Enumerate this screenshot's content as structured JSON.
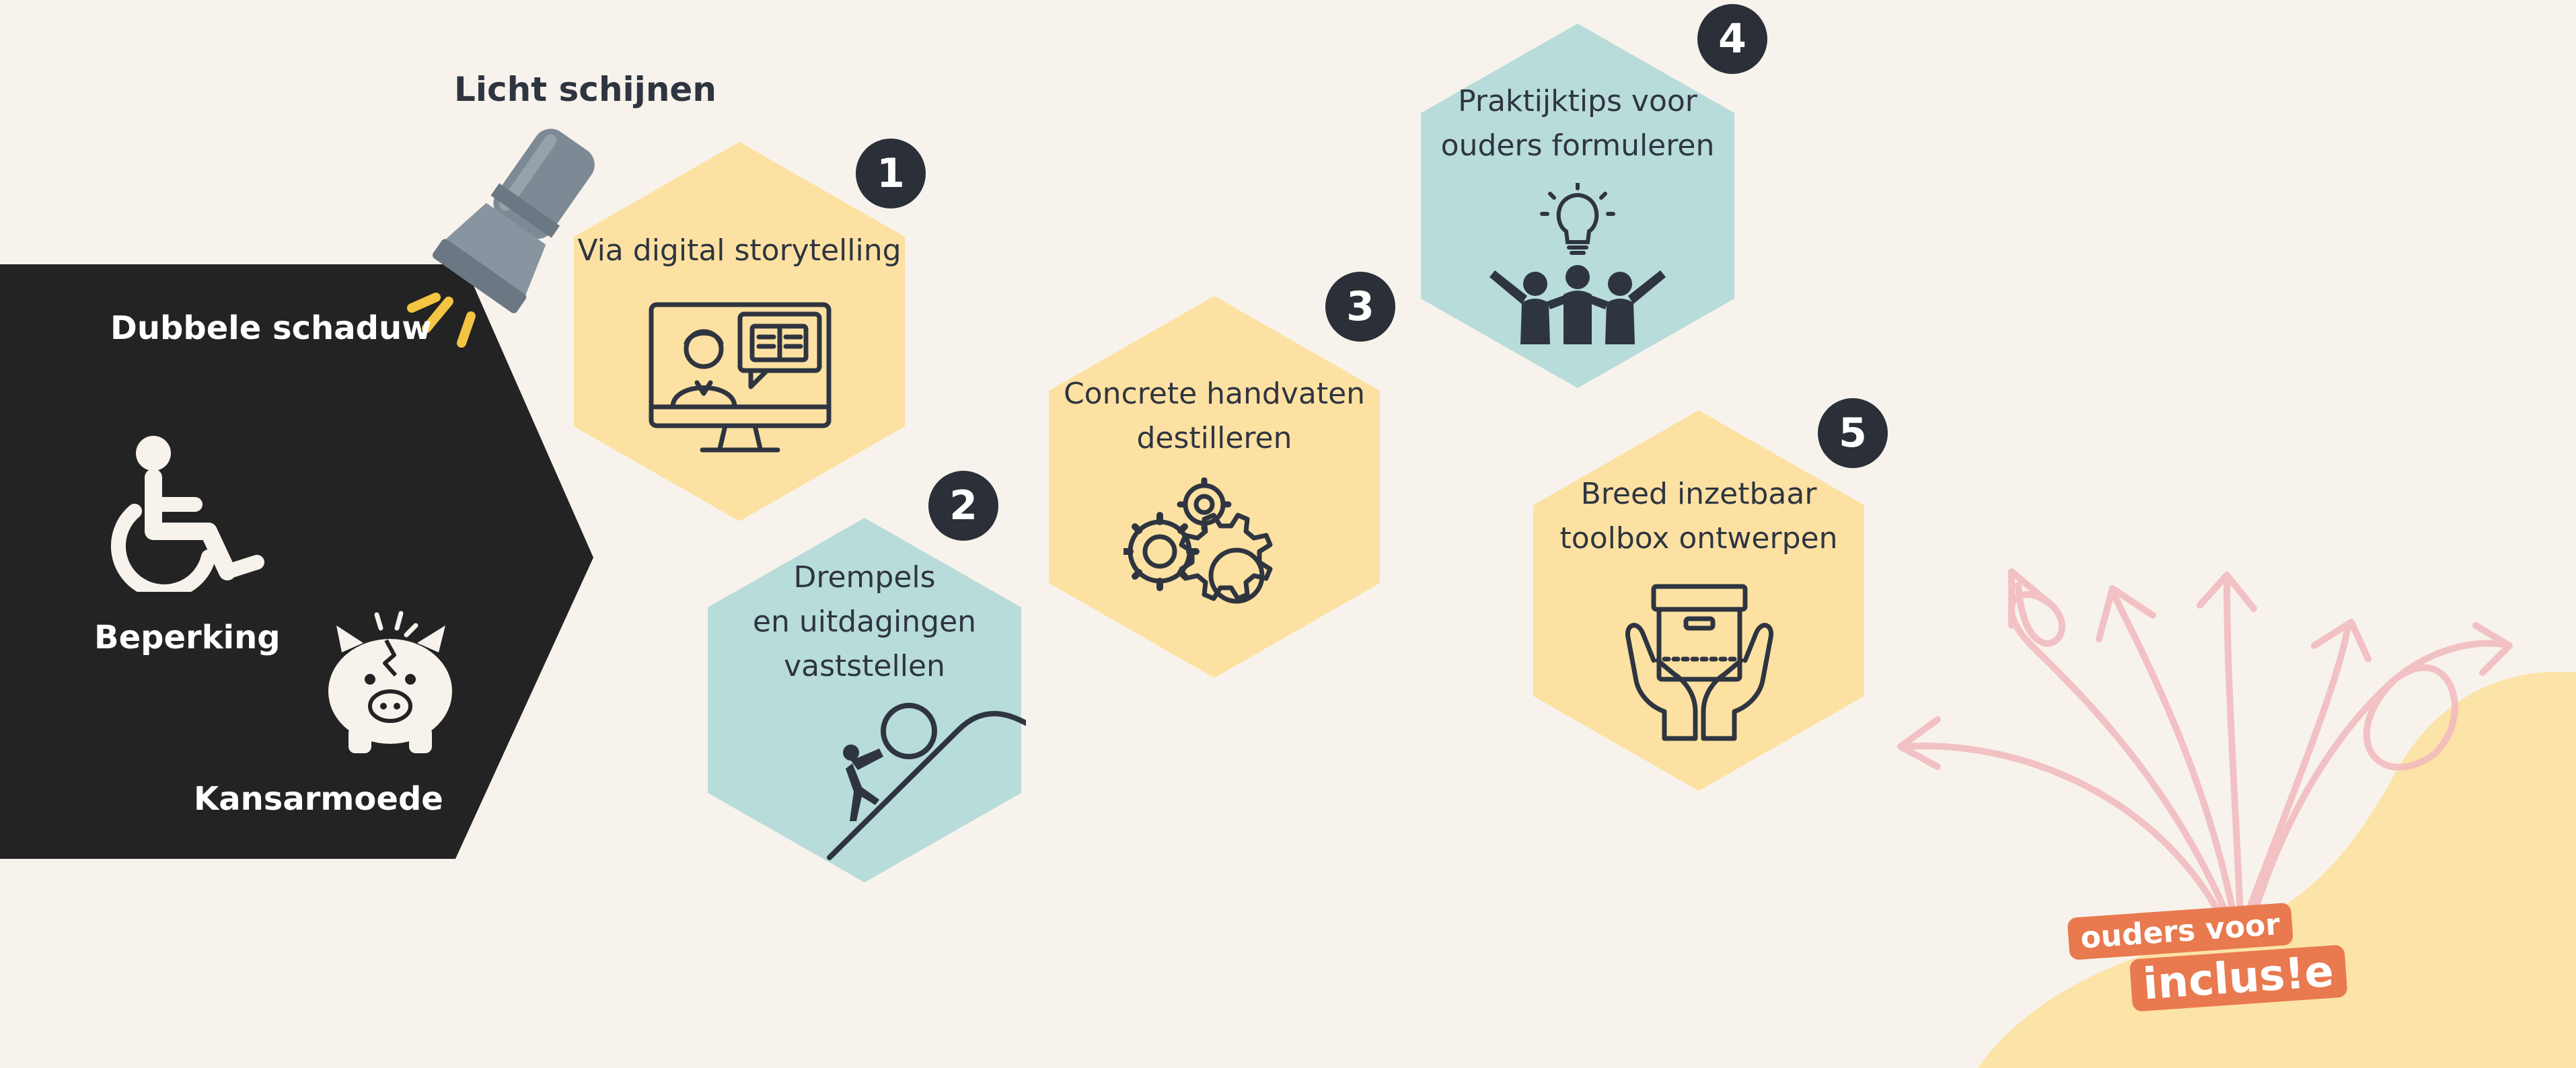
{
  "colors": {
    "background": "#f7f3ec",
    "panel": "#232323",
    "hex_yellow": "#fde1a2",
    "hex_teal": "#b8dcd9",
    "badge": "#2a2f38",
    "icon_stroke": "#2e3540",
    "logo": "#e9794f",
    "arrows": "#f2b9bd",
    "blob": "#fce3a7"
  },
  "header": {
    "title": "Licht schijnen"
  },
  "panel": {
    "title": "Dubbele schaduw",
    "items": [
      {
        "label": "Beperking",
        "icon": "wheelchair-icon"
      },
      {
        "label": "Kansarmoede",
        "icon": "broken-piggy-bank-icon"
      }
    ]
  },
  "steps": [
    {
      "number": "1",
      "lines": [
        "Via digital storytelling"
      ],
      "color": "yellow",
      "icon": "video-storytelling-icon"
    },
    {
      "number": "2",
      "lines": [
        "Drempels",
        "en uitdagingen",
        "vaststellen"
      ],
      "color": "teal",
      "icon": "boulder-uphill-icon"
    },
    {
      "number": "3",
      "lines": [
        "Concrete handvaten",
        "destilleren"
      ],
      "color": "yellow",
      "icon": "gears-icon"
    },
    {
      "number": "4",
      "lines": [
        "Praktijktips voor",
        "ouders formuleren"
      ],
      "color": "teal",
      "icon": "idea-team-icon"
    },
    {
      "number": "5",
      "lines": [
        "Breed inzetbaar",
        "toolbox ontwerpen"
      ],
      "color": "yellow",
      "icon": "hands-box-icon"
    }
  ],
  "logo": {
    "line1": "ouders voor",
    "line2": "inclus!e"
  }
}
